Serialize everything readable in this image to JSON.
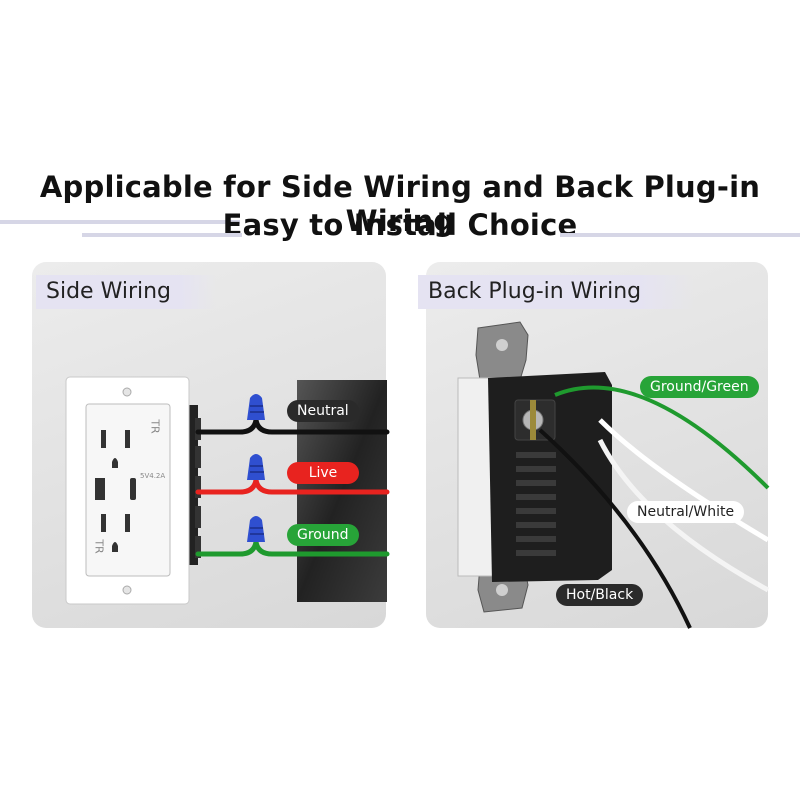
{
  "heading": {
    "line1": "Applicable for Side Wiring and Back Plug-in Wiring",
    "line2": "Easy to Install Choice"
  },
  "left_panel": {
    "title": "Side Wiring",
    "labels": {
      "neutral": "Neutral",
      "live": "Live",
      "ground": "Ground"
    },
    "outlet_text": {
      "tr_top": "TR",
      "tr_bottom": "TR",
      "usb": "5V4.2A"
    }
  },
  "right_panel": {
    "title": "Back Plug-in Wiring",
    "labels": {
      "ground": "Ground/Green",
      "neutral": "Neutral/White",
      "hot": "Hot/Black"
    }
  },
  "colors": {
    "neutral_wire": "#111111",
    "live_wire": "#e8231f",
    "ground_wire": "#1f9a2e",
    "connector": "#2f4fd0",
    "tag_bg": "#e5e3f2"
  }
}
